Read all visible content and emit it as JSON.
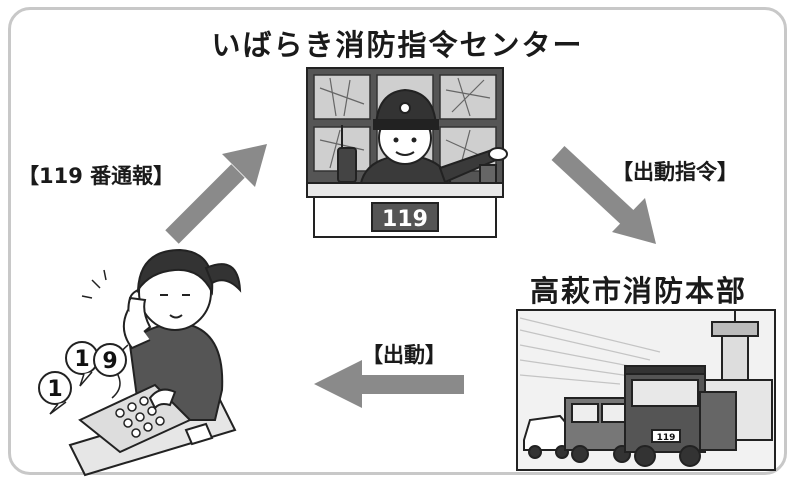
{
  "diagram": {
    "center_title": "いばらき消防指令センター",
    "hq_title": "高萩市消防本部",
    "edge_report": "【119 番通報】",
    "edge_order": "【出動指令】",
    "edge_dispatch": "【出動】",
    "desk_number": "119",
    "caller_bubble_1": "1",
    "caller_bubble_2": "1",
    "caller_bubble_3": "9",
    "truck_plate": "119"
  },
  "colors": {
    "arrow": "#8a8a8a",
    "frame": "#c8c8c8",
    "text": "#1a1a1a"
  }
}
